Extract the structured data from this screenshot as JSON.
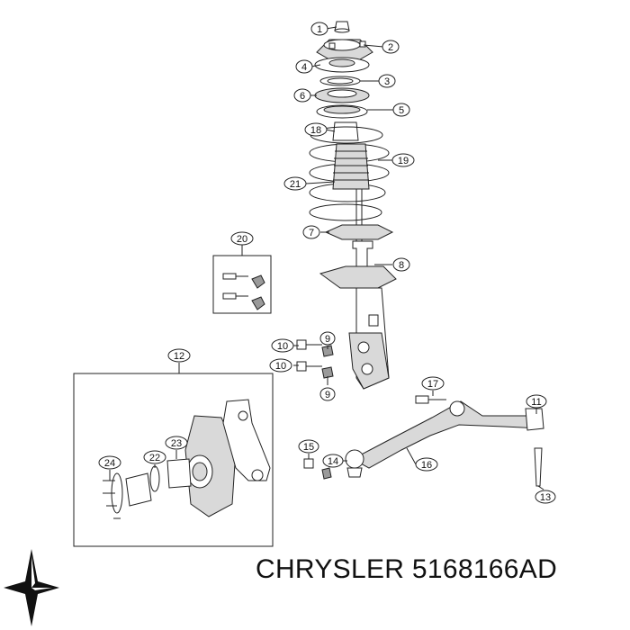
{
  "caption": {
    "brand": "CHRYSLER",
    "part_number": "5168166AD"
  },
  "callouts": [
    "1",
    "2",
    "3",
    "4",
    "5",
    "6",
    "7",
    "8",
    "9",
    "9",
    "10",
    "10",
    "11",
    "12",
    "13",
    "14",
    "15",
    "16",
    "17",
    "18",
    "19",
    "20",
    "21",
    "22",
    "23",
    "24"
  ],
  "logo_icon": "chrysler-pentastar-icon"
}
